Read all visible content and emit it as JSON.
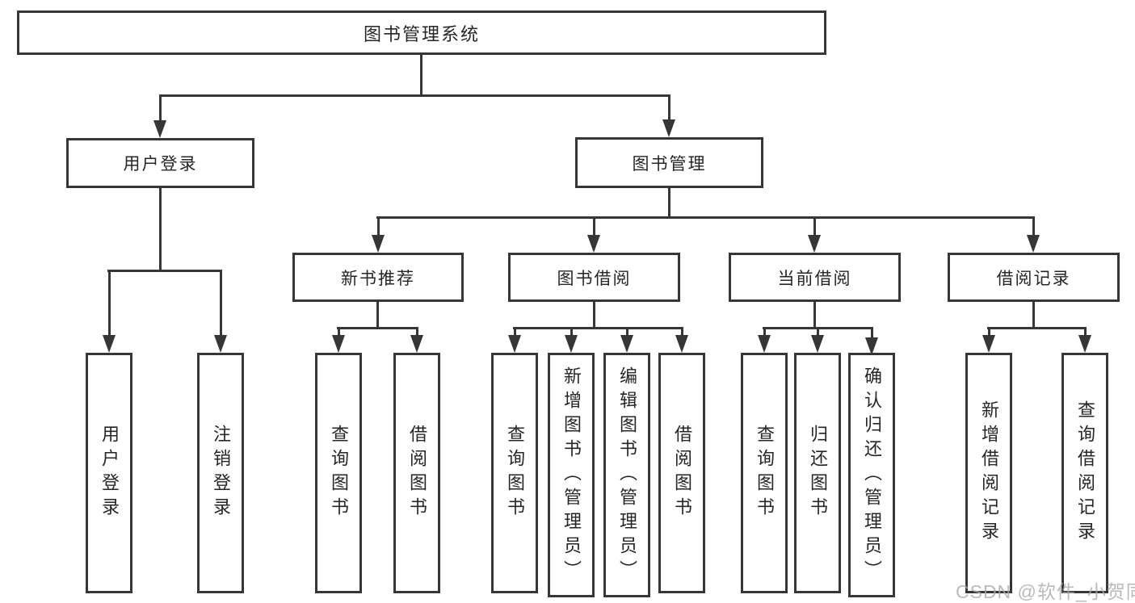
{
  "root": {
    "label": "图书管理系统"
  },
  "user_branch": {
    "label": "用户登录",
    "children": [
      {
        "label": "用户登录"
      },
      {
        "label": "注销登录"
      }
    ]
  },
  "book_branch": {
    "label": "图书管理",
    "sections": [
      {
        "label": "新书推荐",
        "children": [
          {
            "label": "查询图书"
          },
          {
            "label": "借阅图书"
          }
        ]
      },
      {
        "label": "图书借阅",
        "children": [
          {
            "label": "查询图书"
          },
          {
            "label": "新增图书（管理员）"
          },
          {
            "label": "编辑图书（管理员）"
          },
          {
            "label": "借阅图书"
          }
        ]
      },
      {
        "label": "当前借阅",
        "children": [
          {
            "label": "查询图书"
          },
          {
            "label": "归还图书"
          },
          {
            "label": "确认归还（管理员）"
          }
        ]
      },
      {
        "label": "借阅记录",
        "children": [
          {
            "label": "新增借阅记录"
          },
          {
            "label": "查询借阅记录"
          }
        ]
      }
    ]
  },
  "watermark": {
    "text": "CSDN @软件_小贺同学"
  },
  "colors": {
    "line": "#363636",
    "text": "#262626",
    "watermark": "#a9a9a9",
    "background": "#ffffff"
  }
}
